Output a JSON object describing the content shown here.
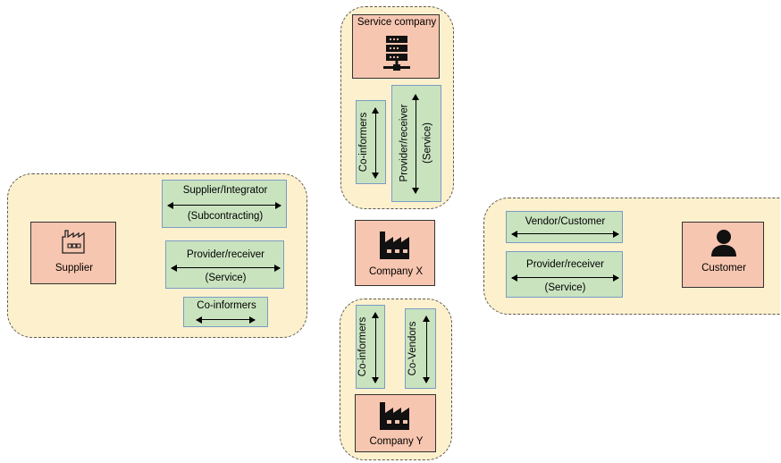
{
  "supplier_group": {
    "entity_label": "Supplier",
    "relations": {
      "subcontracting_line1": "Supplier/Integrator",
      "subcontracting_line2": "(Subcontracting)",
      "service_line1": "Provider/receiver",
      "service_line2": "(Service)",
      "coinformers": "Co-informers"
    }
  },
  "service_group": {
    "entity_label": "Service company",
    "relations": {
      "coinformers": "Co-informers",
      "service_line1": "Provider/receiver",
      "service_line2": "(Service)"
    }
  },
  "center": {
    "entity_label": "Company X"
  },
  "company_y_group": {
    "entity_label": "Company Y",
    "relations": {
      "coinformers": "Co-informers",
      "covendors": "Co-Vendors"
    }
  },
  "customer_group": {
    "entity_label": "Customer",
    "relations": {
      "vendor": "Vendor/Customer",
      "service_line1": "Provider/receiver",
      "service_line2": "(Service)"
    }
  },
  "icons": [
    "factory-icon",
    "server-icon",
    "person-icon"
  ],
  "colors": {
    "group_fill": "#fdf1cd",
    "entity_fill": "#f7c6b0",
    "relation_fill": "#c9e3bf",
    "relation_border": "#7a9cc4"
  }
}
